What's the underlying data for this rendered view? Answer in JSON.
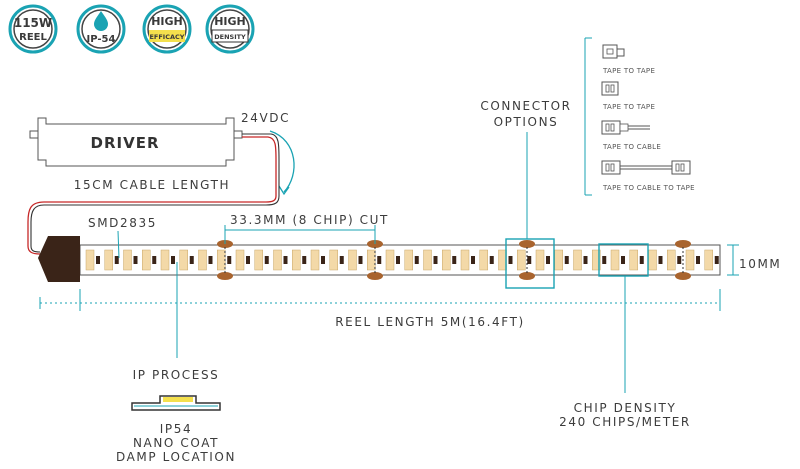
{
  "badges": [
    {
      "line1": "115W",
      "line2": "REEL",
      "style": "outline"
    },
    {
      "line1": "",
      "line2": "IP-54",
      "style": "water"
    },
    {
      "line1": "HIGH",
      "line2": "EFFICACY",
      "style": "yellow"
    },
    {
      "line1": "HIGH",
      "line2": "DENSITY",
      "style": "outline"
    }
  ],
  "driver": {
    "label": "DRIVER",
    "voltage": "24VDC",
    "cable_length": "15CM CABLE LENGTH"
  },
  "strip": {
    "chip_label": "SMD2835",
    "cut_label": "33.3MM (8 CHIP) CUT",
    "width_label": "10MM",
    "reel_length": "REEL LENGTH 5M(16.4FT)"
  },
  "connector": {
    "title_line1": "CONNECTOR",
    "title_line2": "OPTIONS",
    "options": [
      "TAPE TO TAPE",
      "TAPE TO TAPE",
      "TAPE TO CABLE",
      "TAPE TO CABLE TO TAPE"
    ]
  },
  "ip": {
    "title": "IP PROCESS",
    "line1": "IP54",
    "line2": "NANO COAT",
    "line3": "DAMP LOCATION"
  },
  "density": {
    "line1": "CHIP DENSITY",
    "line2": "240 CHIPS/METER"
  },
  "colors": {
    "accent": "#1aa3b3",
    "chip": "#f3d9a8",
    "pad": "#a9642e",
    "yellow": "#f4e04d",
    "strip": "#ffffff",
    "outline": "#555555"
  }
}
